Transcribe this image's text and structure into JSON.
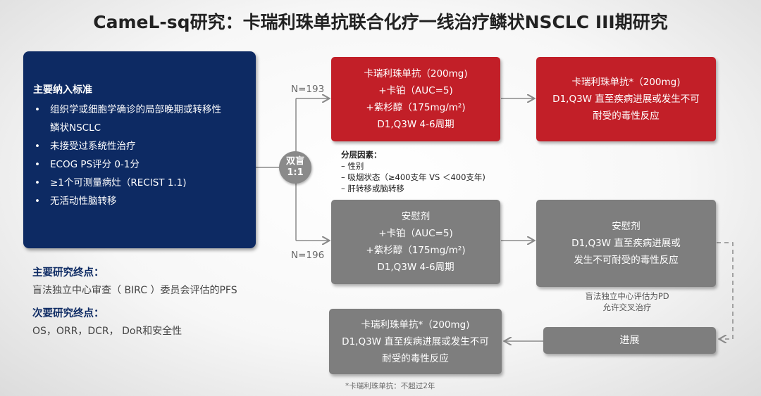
{
  "title": "CameL-sq研究：卡瑞利珠单抗联合化疗一线治疗鳞状NSCLC III期研究",
  "inclusion": {
    "heading": "主要纳入标准",
    "items": [
      "组织学或细胞学确诊的局部晚期或转移性",
      "鳞状NSCLC",
      "未接受过系统性治疗",
      "ECOG PS评分 0-1分",
      "≥1个可测量病灶（RECIST 1.1)",
      "无活动性脑转移"
    ]
  },
  "endpoints": {
    "primary_heading": "主要研究终点：",
    "primary_text": "盲法独立中心审查（ BIRC ）委员会评估的PFS",
    "secondary_heading": "次要研究终点：",
    "secondary_text": "OS，ORR，DCR， DoR和安全性"
  },
  "randomization": {
    "line1": "双盲",
    "line2": "1:1"
  },
  "arms": {
    "top_n": "N=193",
    "bottom_n": "N=196"
  },
  "boxes": {
    "red_induction": [
      "卡瑞利珠单抗（200mg)",
      "+卡铂（AUC=5)",
      "+紫杉醇（175mg/m²)",
      "D1,Q3W 4-6周期"
    ],
    "red_maintenance": [
      "卡瑞利珠单抗*（200mg)",
      "D1,Q3W 直至疾病进展或发生不可",
      "耐受的毒性反应"
    ],
    "grey_induction": [
      "安慰剂",
      "+卡铂（AUC=5)",
      "+紫杉醇（175mg/m²)",
      "D1,Q3W 4-6周期"
    ],
    "grey_maintenance": [
      "安慰剂",
      "D1,Q3W 直至疾病进展或",
      "发生不可耐受的毒性反应"
    ],
    "progression": "进展",
    "crossover": [
      "卡瑞利珠单抗*（200mg)",
      "D1,Q3W 直至疾病进展或发生不可",
      "耐受的毒性反应"
    ]
  },
  "stratification": {
    "heading": "分层因素：",
    "items": [
      "–    性别",
      "–    吸烟状态（≥400支年 VS  ＜400支年)",
      "–    肝转移或脑转移"
    ]
  },
  "crossover_note": [
    "盲法独立中心评估为PD",
    "允许交叉治疗"
  ],
  "footnote": "*卡瑞利珠单抗：不超过2年",
  "colors": {
    "red": "#c21f28",
    "navy": "#0d2a63",
    "grey": "#7e7e7e"
  }
}
